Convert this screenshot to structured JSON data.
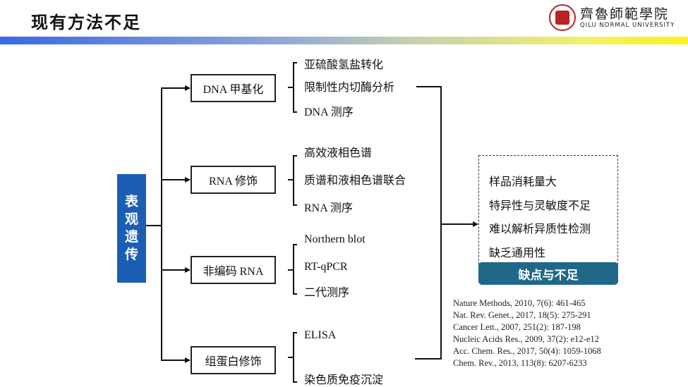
{
  "header": {
    "title": "现有方法不足",
    "logo_cn": "齊魯師範學院",
    "logo_en": "QILU NORMAL UNIVERSITY"
  },
  "root": {
    "label": "表观遗传",
    "chars": [
      "表",
      "观",
      "遗",
      "传"
    ]
  },
  "categories": [
    {
      "label": "DNA 甲基化",
      "methods": [
        "亚硫酸氢盐转化",
        "限制性内切酶分析",
        "DNA 测序"
      ]
    },
    {
      "label": "RNA 修饰",
      "methods": [
        "高效液相色谱",
        "质谱和液相色谱联合",
        "RNA 测序"
      ]
    },
    {
      "label": "非编码 RNA",
      "methods": [
        "Northern blot",
        "RT-qPCR",
        "二代测序"
      ]
    },
    {
      "label": "组蛋白修饰",
      "methods": [
        "ELISA",
        "染色质免疫沉淀"
      ]
    }
  ],
  "shortcomings": {
    "title": "缺点与不足",
    "items": [
      "样品消耗量大",
      "特异性与灵敏度不足",
      "难以解析异质性检测",
      "缺乏通用性"
    ]
  },
  "references": [
    "Nature Methods, 2010, 7(6): 461-465",
    "Nat. Rev. Genet., 2017, 18(5): 275-291",
    "Cancer Lett., 2007, 251(2): 187-198",
    "Nucleic Acids Res., 2009, 37(2): e12-e12",
    "Acc. Chem. Res., 2017, 50(4): 1059-1068",
    "Chem. Rev., 2013, 113(8): 6207-6233"
  ],
  "colors": {
    "root": "#1b5eb5",
    "shortcomings_title": "#1f6888"
  }
}
